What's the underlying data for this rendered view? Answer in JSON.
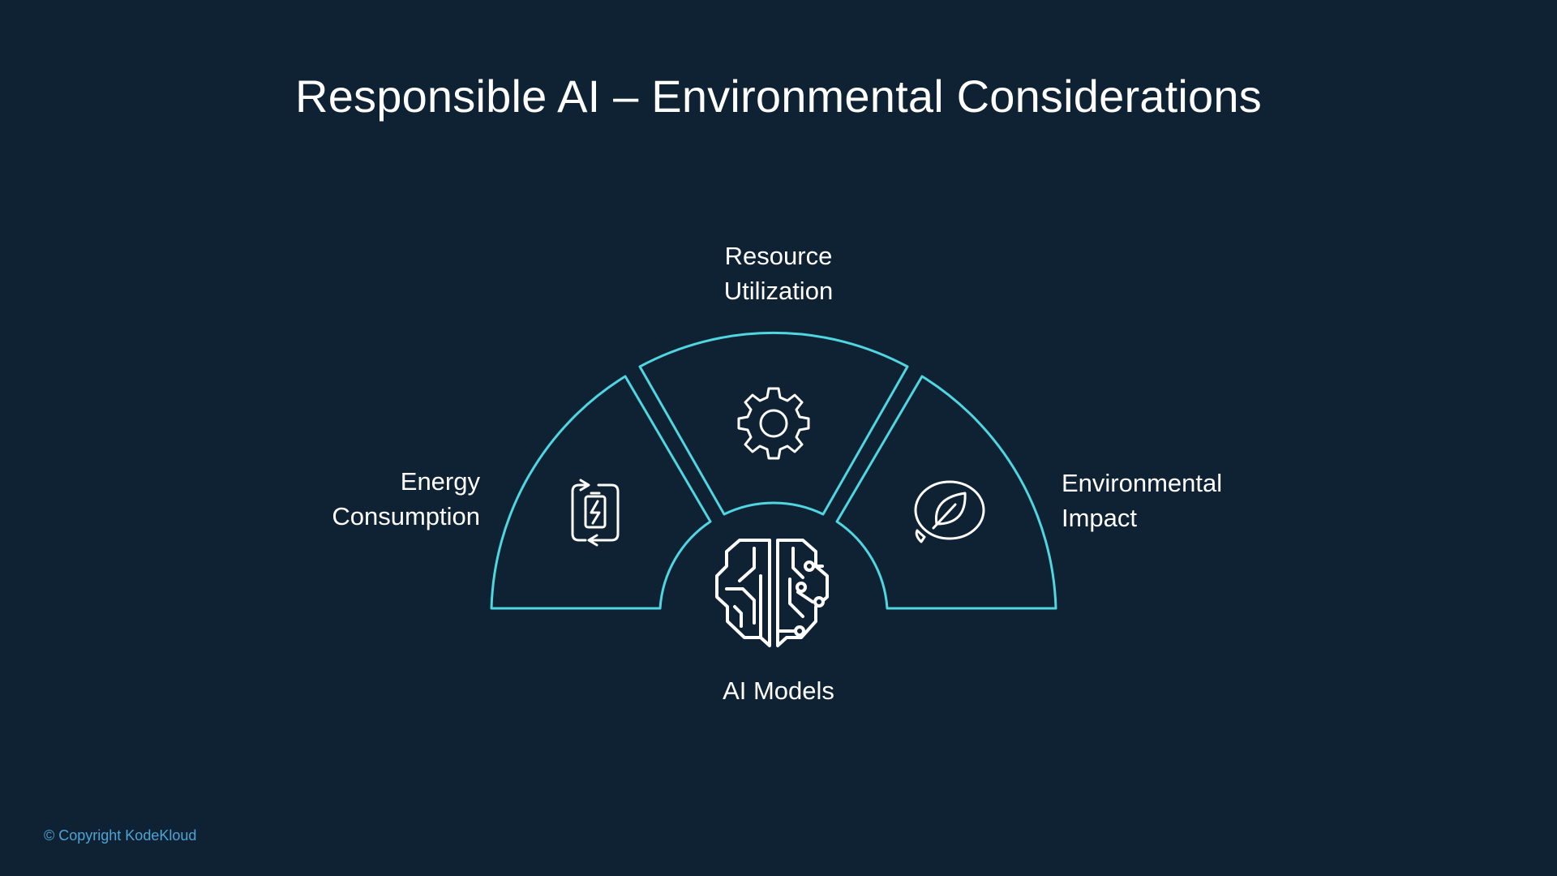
{
  "slide": {
    "title": "Responsible AI – Environmental Considerations",
    "copyright": "© Copyright KodeKloud"
  },
  "diagram": {
    "segments": [
      {
        "id": "energy",
        "lines": [
          "Energy",
          "Consumption"
        ],
        "icon": "battery-cycle-icon"
      },
      {
        "id": "resource",
        "lines": [
          "Resource",
          "Utilization"
        ],
        "icon": "gear-icon"
      },
      {
        "id": "environment",
        "lines": [
          "Environmental",
          "Impact"
        ],
        "icon": "leaf-speech-bubble-icon"
      }
    ],
    "center": {
      "label": "AI Models",
      "icon": "brain-circuit-icon"
    }
  },
  "colors": {
    "background": "#0e2233",
    "accent": "#4fd6e0",
    "text": "#ffffff",
    "copyright": "#4fa3d6"
  }
}
